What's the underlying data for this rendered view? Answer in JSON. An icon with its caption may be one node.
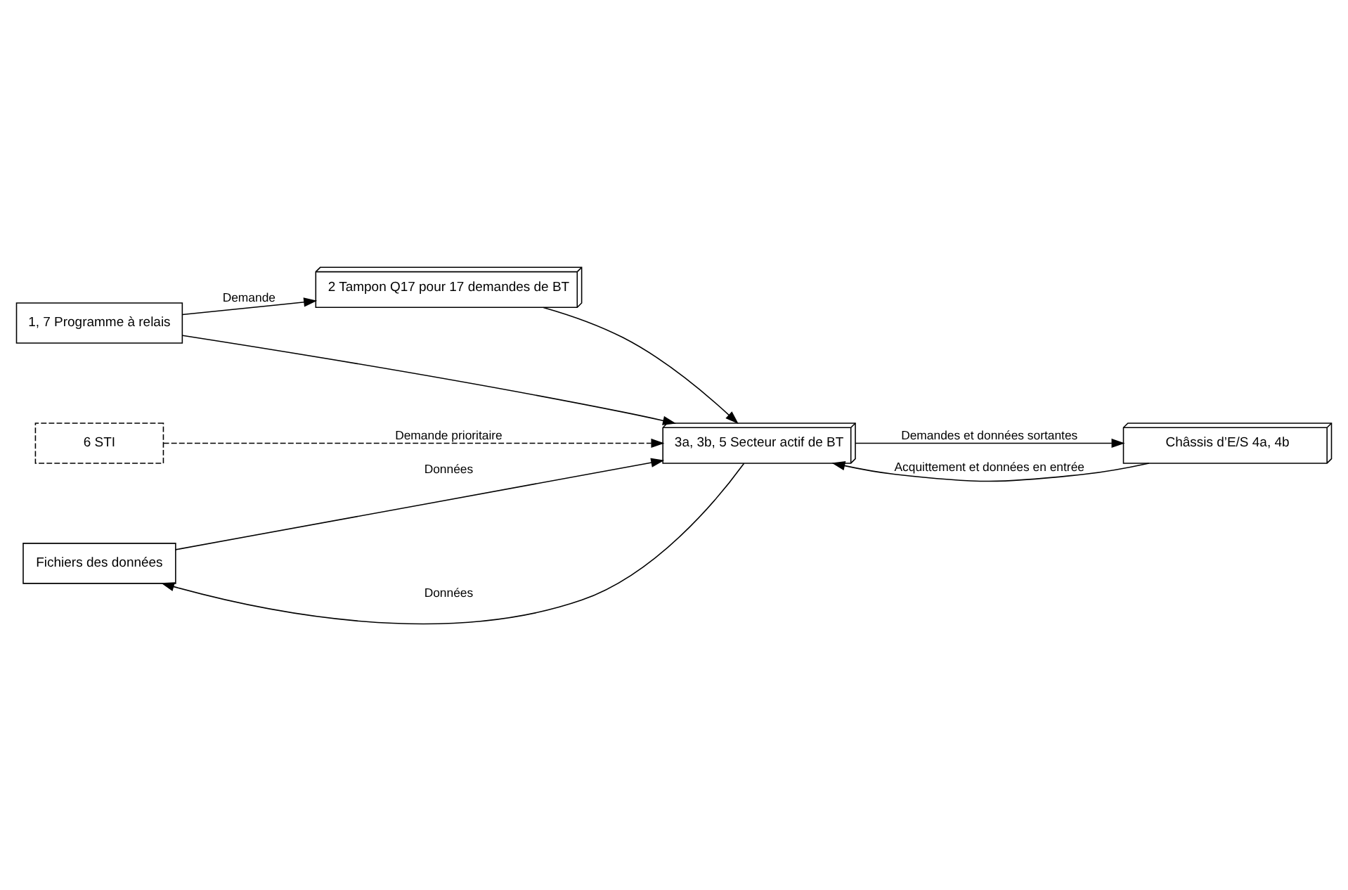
{
  "diagram": {
    "nodes": [
      {
        "text": [
          "1, 7 Programme à relais"
        ]
      },
      {
        "text": [
          "6 STI"
        ]
      },
      {
        "text": [
          "Fichiers des données"
        ]
      },
      {
        "text": [
          "2 Tampon Q17 pour 17 demandes de BT"
        ]
      },
      {
        "text": [
          "3a, 3b, 5 Secteur actif de BT"
        ]
      },
      {
        "text": [
          "Châssis d’E/S 4a, 4b"
        ]
      }
    ],
    "edges": [
      {
        "from": 0,
        "to": 3,
        "arrow": "to",
        "label": "Demande"
      },
      {
        "from": 0,
        "to": 4,
        "arrow": "to"
      },
      {
        "from": 1,
        "to": 4,
        "arrow": "to",
        "style": "dashed",
        "label": "Demande prioritaire"
      },
      {
        "from": 4,
        "to": 2,
        "arrow": "to",
        "label": "Données"
      },
      {
        "from": 2,
        "to": 4,
        "arrow": "to",
        "label": "Données"
      },
      {
        "from": 3,
        "to": 4,
        "arrow": "to"
      },
      {
        "from": 5,
        "to": 4,
        "arrow": "to",
        "label": "Acquittement et données en entrée"
      },
      {
        "from": 4,
        "to": 5,
        "arrow": "to",
        "label": "Demandes et données sortantes"
      }
    ]
  }
}
